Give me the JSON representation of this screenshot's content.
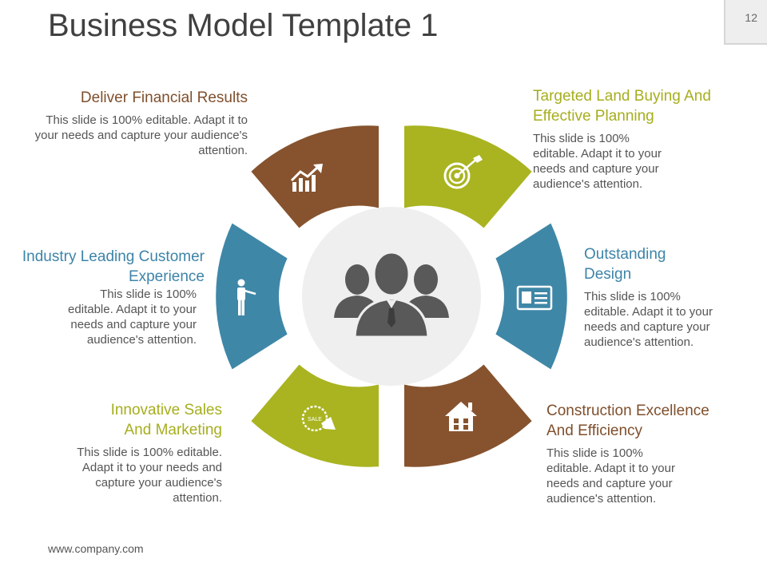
{
  "title": "Business Model Template 1",
  "page_number": "12",
  "footer": "www.company.com",
  "colors": {
    "brown": "#86532e",
    "green": "#a9b420",
    "blue": "#3f87a7",
    "center_bg": "#efefef",
    "people_icon": "#595959"
  },
  "center": {
    "icon": "people-group-icon"
  },
  "segments": [
    {
      "id": "financial",
      "heading": "Deliver Financial Results",
      "description": "This slide is 100% editable. Adapt it to your needs and capture your audience's attention.",
      "icon": "growth-chart-icon",
      "color": "brown"
    },
    {
      "id": "land",
      "heading": "Targeted Land Buying And Effective Planning",
      "description": "This slide is 100% editable. Adapt it to your needs and capture your audience's attention.",
      "icon": "target-icon",
      "color": "green"
    },
    {
      "id": "design",
      "heading": "Outstanding Design",
      "description": "This slide is 100% editable. Adapt it to your needs and capture your audience's attention.",
      "icon": "id-card-icon",
      "color": "blue"
    },
    {
      "id": "construction",
      "heading": "Construction Excellence And Efficiency",
      "description": "This slide is 100% editable. Adapt it to your needs and capture your audience's attention.",
      "icon": "house-icon",
      "color": "brown"
    },
    {
      "id": "sales",
      "heading": "Innovative Sales And Marketing",
      "description": "This slide is 100% editable. Adapt it to your needs and capture your audience's attention.",
      "icon": "sale-megaphone-icon",
      "color": "green",
      "icon_text": "SALE"
    },
    {
      "id": "customer",
      "heading": "Industry Leading Customer Experience",
      "description": "This slide is 100% editable. Adapt it to your needs and capture your audience's attention.",
      "icon": "presenter-icon",
      "color": "blue"
    }
  ]
}
